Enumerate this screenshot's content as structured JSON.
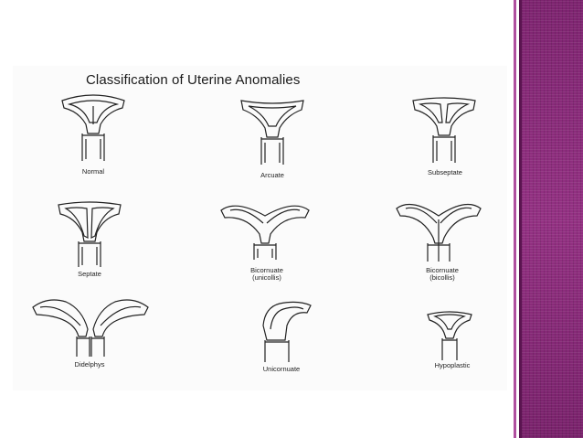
{
  "figure": {
    "title": "Classification of Uterine Anomalies",
    "items": [
      {
        "label": "Normal"
      },
      {
        "label": "Arcuate"
      },
      {
        "label": "Subseptate"
      },
      {
        "label": "Septate"
      },
      {
        "label": "Bicornuate",
        "sublabel": "(unicollis)"
      },
      {
        "label": "Bicornuate",
        "sublabel": "(bicollis)"
      },
      {
        "label": "Didelphys"
      },
      {
        "label": "Unicornuate"
      },
      {
        "label": "Hypoplastic"
      }
    ]
  },
  "colors": {
    "sidebar_accent": "#8a2a78",
    "ink": "#222222",
    "background": "#ffffff"
  }
}
